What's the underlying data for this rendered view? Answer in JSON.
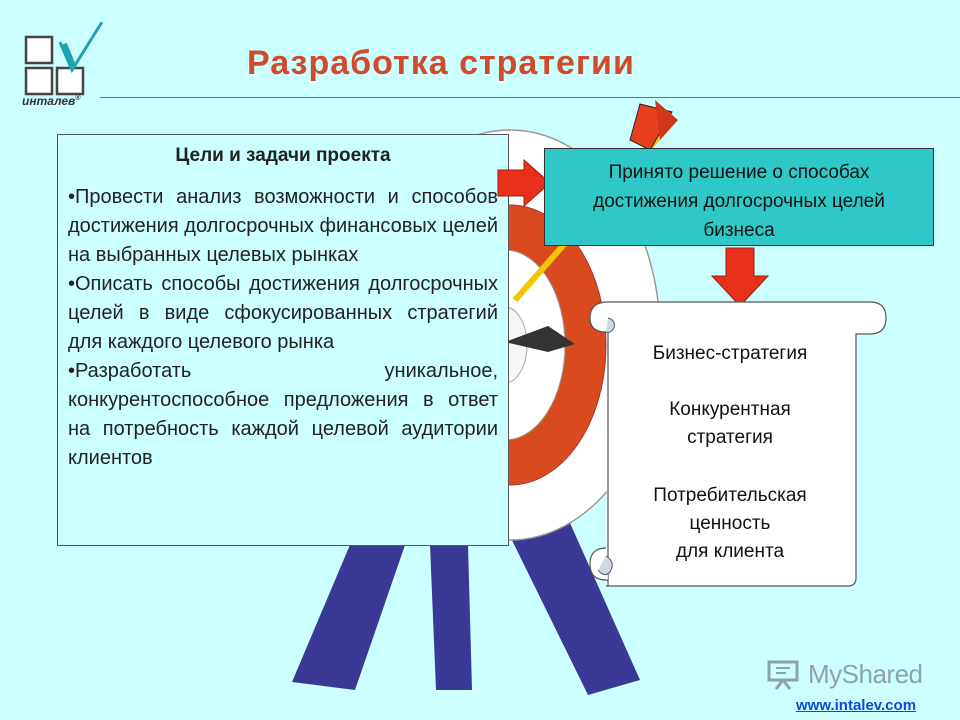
{
  "logo": {
    "text": "инталев",
    "mark": "®"
  },
  "title": "Разработка стратегии",
  "goals": {
    "heading": "Цели и задачи проекта",
    "items": [
      "•Провести анализ возможности и способов достижения долгосрочных финансовых целей на выбранных целевых рынках",
      "•Описать способы достижения долгосрочных целей в виде сфокусированных стратегий для каждого целевого рынка",
      "•Разработать уникальное, конкурентоспособное предложения в ответ на потребность каждой целевой аудитории клиентов"
    ]
  },
  "decision": {
    "lines": [
      "Принято решение о способах",
      "достижения долгосрочных целей",
      "бизнеса"
    ]
  },
  "scroll": {
    "items": [
      {
        "lines": [
          "Бизнес-стратегия"
        ]
      },
      {
        "lines": [
          "Конкурентная",
          "стратегия"
        ]
      },
      {
        "lines": [
          "Потребительская",
          "ценность",
          "для клиента"
        ]
      }
    ]
  },
  "watermark": {
    "text": "MyShared"
  },
  "footer": {
    "link": "www.intalev.com"
  },
  "colors": {
    "background": "#ccffff",
    "title": "#d14a2c",
    "decision_box": "#2fc8c8",
    "arrow": "#e8301a",
    "target_ring": "#d94a1e",
    "legs": "#3a3a96",
    "link": "#0a4bd6"
  }
}
